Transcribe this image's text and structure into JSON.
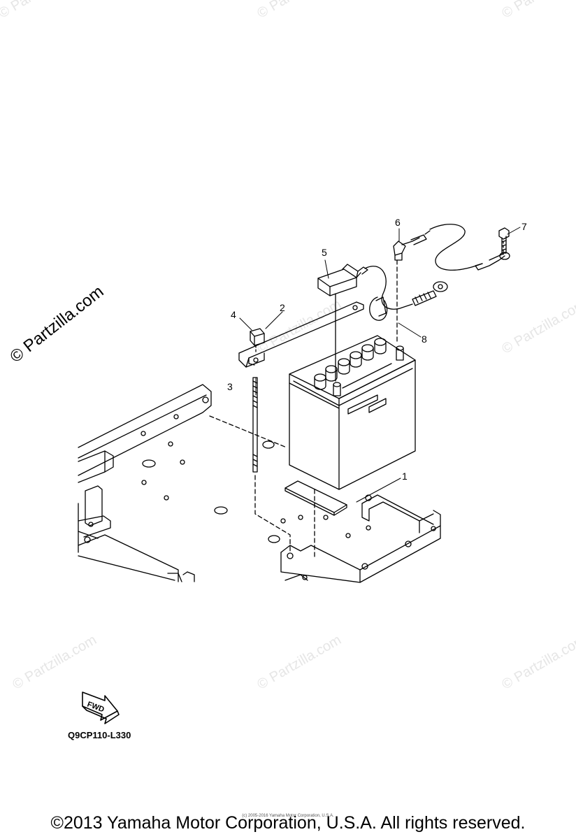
{
  "watermark": {
    "text": "© Partzilla.com"
  },
  "diagram": {
    "callouts": [
      {
        "id": "1",
        "label": "1"
      },
      {
        "id": "2",
        "label": "2"
      },
      {
        "id": "3",
        "label": "3"
      },
      {
        "id": "4",
        "label": "4"
      },
      {
        "id": "5",
        "label": "5"
      },
      {
        "id": "6",
        "label": "6"
      },
      {
        "id": "7",
        "label": "7"
      },
      {
        "id": "8",
        "label": "8"
      }
    ],
    "fwd_label": "FWD",
    "code": "Q9CP110-L330"
  },
  "footer": {
    "small_text": "(c) 2005-2016 Yamaha Motor Corporation, U.S.A.",
    "copyright": "©2013 Yamaha Motor Corporation, U.S.A. All rights reserved."
  }
}
